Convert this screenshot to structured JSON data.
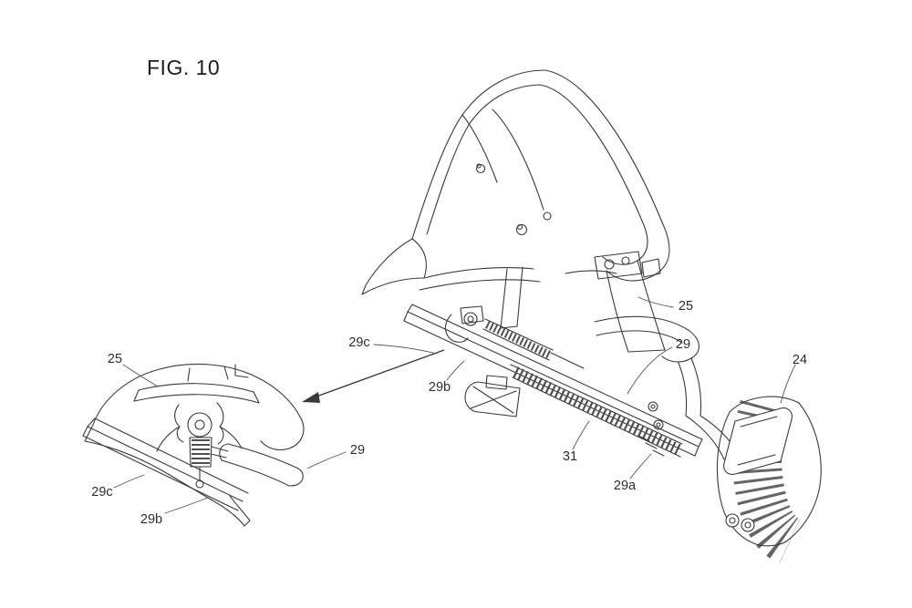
{
  "figure": {
    "title": "FIG. 10"
  },
  "labels": {
    "main_25": "25",
    "main_29": "29",
    "main_24": "24",
    "main_29c": "29c",
    "main_29b": "29b",
    "main_31": "31",
    "main_29a": "29a",
    "detail_25": "25",
    "detail_29": "29",
    "detail_29c": "29c",
    "detail_29b": "29b"
  },
  "colors": {
    "line": "#3a3a3a",
    "leader": "#555555",
    "background": "#ffffff"
  }
}
